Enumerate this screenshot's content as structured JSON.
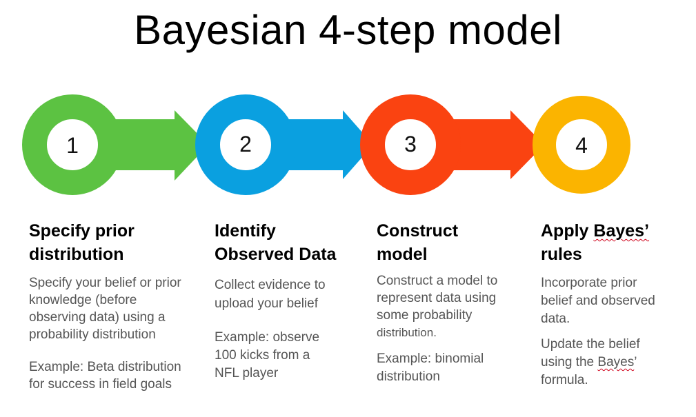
{
  "title": "Bayesian 4-step model",
  "colors": {
    "step1": "#5cc242",
    "step2": "#0aa0e0",
    "step3": "#fa4311",
    "step4": "#fbb400",
    "body_text": "#555555"
  },
  "steps": [
    {
      "number": "1",
      "heading": [
        "Specify prior",
        "distribution"
      ],
      "text": [
        "Specify your belief or prior",
        "knowledge (before",
        "observing data) using a",
        "probability distribution"
      ],
      "example": [
        "Example: Beta distribution",
        "for success in field goals"
      ]
    },
    {
      "number": "2",
      "heading": [
        "Identify",
        "Observed Data"
      ],
      "text": [
        "Collect evidence to",
        "upload your belief"
      ],
      "example": [
        "Example: observe",
        "100 kicks from a",
        "NFL player"
      ]
    },
    {
      "number": "3",
      "heading": [
        "Construct",
        "model"
      ],
      "text": [
        "Construct a model to",
        "represent data using",
        "some probability",
        "distribution."
      ],
      "example": [
        "Example: binomial",
        "distribution"
      ]
    },
    {
      "number": "4",
      "heading_pre": "Apply ",
      "heading_mark": "Bayes’",
      "heading_line2": "rules",
      "text": [
        "Incorporate prior",
        "belief and observed",
        "data."
      ],
      "update_line1": "Update the belief",
      "update_pre": "using the ",
      "update_mark": "Bayes",
      "update_post": "’",
      "update_line3": "formula."
    }
  ]
}
